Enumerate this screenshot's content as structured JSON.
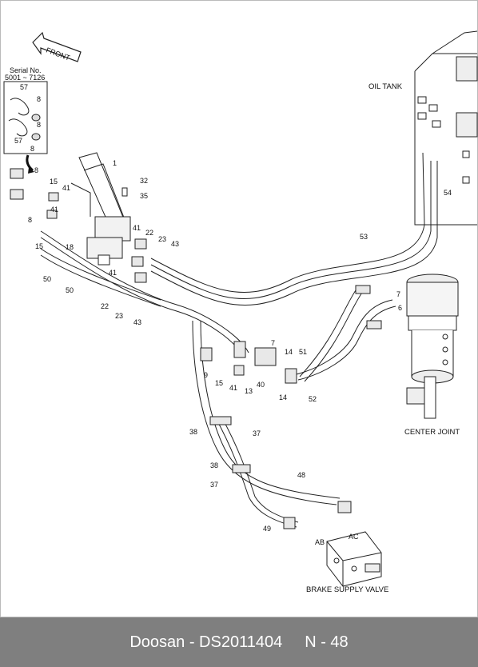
{
  "labels": {
    "front": "FRONT",
    "serial_title": "Serial No.",
    "serial_range": "5001 ~ 7126",
    "oil_tank": "OIL TANK",
    "center_joint": "CENTER JOINT",
    "brake_supply_valve": "BRAKE SUPPLY VALVE",
    "port_ab": "AB",
    "port_ac": "AC"
  },
  "inset_parts": [
    "57",
    "8",
    "8",
    "57",
    "8"
  ],
  "part_numbers": {
    "p1": "1",
    "p32": "32",
    "p35": "35",
    "p8a": "8",
    "p8b": "8",
    "p15a": "15",
    "p41a": "41",
    "p41b": "41",
    "p15b": "15",
    "p18": "18",
    "p50a": "50",
    "p50b": "50",
    "p41c": "41",
    "p22a": "22",
    "p23a": "23",
    "p43a": "43",
    "p41d": "41",
    "p22b": "22",
    "p23b": "23",
    "p43b": "43",
    "p53": "53",
    "p54": "54",
    "p7": "7",
    "p6": "6",
    "p7b": "7",
    "p14a": "14",
    "p51": "51",
    "p9": "9",
    "p15c": "15",
    "p41e": "41",
    "p13": "13",
    "p40": "40",
    "p14b": "14",
    "p52": "52",
    "p38a": "38",
    "p37a": "37",
    "p38b": "38",
    "p37b": "37",
    "p48": "48",
    "p49": "49"
  },
  "footer": {
    "brand_code": "Doosan - DS2011404",
    "page_ref": "N - 48"
  }
}
